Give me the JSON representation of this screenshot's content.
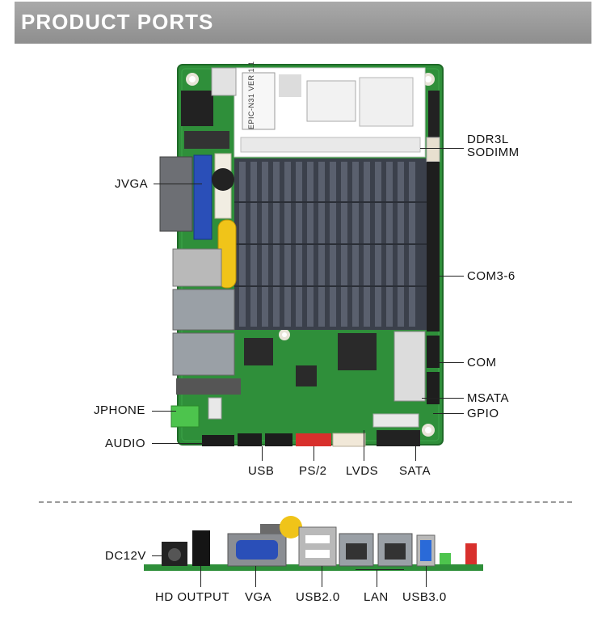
{
  "banner": {
    "title": "PRODUCT PORTS"
  },
  "board": {
    "silkscreen_model": "EPIC-N31 VER 1.1"
  },
  "top_labels": {
    "ddr3l": "DDR3L",
    "sodimm": "SODIMM",
    "jvga": "JVGA",
    "com36": "COM3-6",
    "com": "COM",
    "msata": "MSATA",
    "gpio": "GPIO",
    "jphone": "JPHONE",
    "audio": "AUDIO",
    "usb": "USB",
    "ps2": "PS/2",
    "lvds": "LVDS",
    "sata": "SATA"
  },
  "bottom_labels": {
    "dc12v": "DC12V",
    "hd_output": "HD OUTPUT",
    "vga": "VGA",
    "usb20": "USB2.0",
    "lan": "LAN",
    "usb30": "USB3.0"
  },
  "colors": {
    "banner": "#969696",
    "pcb": "#2f8f3a",
    "heatsink": "#4a4f5c",
    "vga_connector": "#2a4fb8",
    "usb3_port": "#2a6ad8",
    "ps2_header": "#d8302c",
    "battery": "#f0c419"
  }
}
